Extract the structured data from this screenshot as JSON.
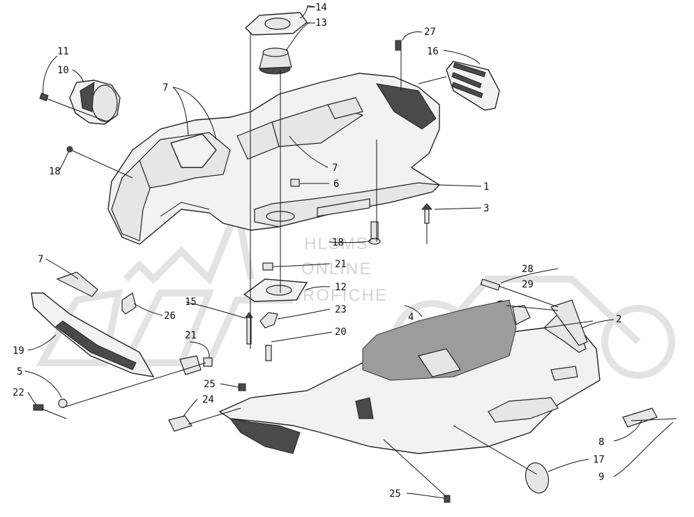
{
  "watermark": {
    "line1": "HLSMS",
    "line2": "ONLINE",
    "line3": "MICROFICHE"
  },
  "callouts": [
    {
      "id": "c14",
      "text": "14"
    },
    {
      "id": "c13",
      "text": "13"
    },
    {
      "id": "c27",
      "text": "27"
    },
    {
      "id": "c16",
      "text": "16"
    },
    {
      "id": "c11",
      "text": "11"
    },
    {
      "id": "c10",
      "text": "10"
    },
    {
      "id": "c7a",
      "text": "7"
    },
    {
      "id": "c7b",
      "text": "7"
    },
    {
      "id": "c18a",
      "text": "18"
    },
    {
      "id": "c6",
      "text": "6"
    },
    {
      "id": "c1",
      "text": "1"
    },
    {
      "id": "c3",
      "text": "3"
    },
    {
      "id": "c18b",
      "text": "18"
    },
    {
      "id": "c21a",
      "text": "21"
    },
    {
      "id": "c12",
      "text": "12"
    },
    {
      "id": "c7c",
      "text": "7"
    },
    {
      "id": "c28",
      "text": "28"
    },
    {
      "id": "c29",
      "text": "29"
    },
    {
      "id": "c15",
      "text": "15"
    },
    {
      "id": "c26",
      "text": "26"
    },
    {
      "id": "c23",
      "text": "23"
    },
    {
      "id": "c4",
      "text": "4"
    },
    {
      "id": "c2",
      "text": "2"
    },
    {
      "id": "c20",
      "text": "20"
    },
    {
      "id": "c21b",
      "text": "21"
    },
    {
      "id": "c19",
      "text": "19"
    },
    {
      "id": "c5",
      "text": "5"
    },
    {
      "id": "c25a",
      "text": "25"
    },
    {
      "id": "c22",
      "text": "22"
    },
    {
      "id": "c24",
      "text": "24"
    },
    {
      "id": "c8",
      "text": "8"
    },
    {
      "id": "c17",
      "text": "17"
    },
    {
      "id": "c9",
      "text": "9"
    },
    {
      "id": "c25b",
      "text": "25"
    }
  ]
}
